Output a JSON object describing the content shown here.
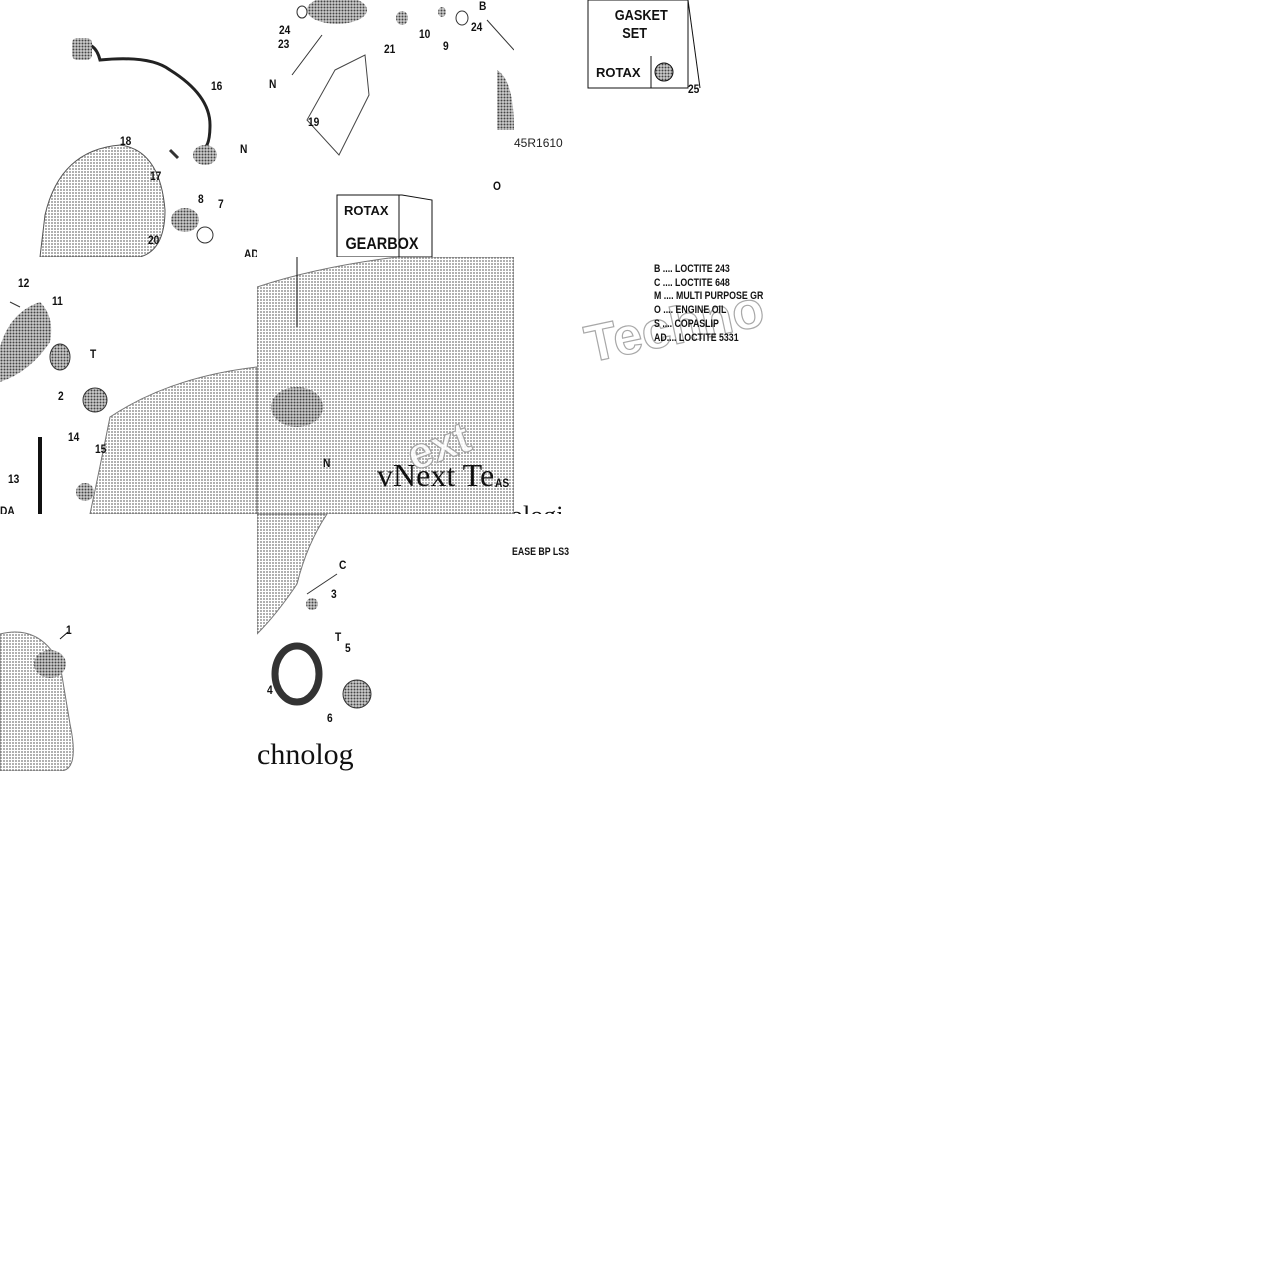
{
  "callouts": {
    "c1": "1",
    "c2": "2",
    "c3": "3",
    "c4": "4",
    "c5": "5",
    "c6": "6",
    "c7": "7",
    "c8": "8",
    "c9": "9",
    "c10": "10",
    "c11": "11",
    "c12": "12",
    "c13": "13",
    "c14": "14",
    "c15": "15",
    "c16": "16",
    "c17": "17",
    "c18": "18",
    "c19": "19",
    "c20": "20",
    "c21": "21",
    "c23": "23",
    "c24a": "24",
    "c24b": "24",
    "c25": "25"
  },
  "markers": {
    "n1": "N",
    "n2": "N",
    "n3": "N",
    "t1": "T",
    "t2": "T",
    "c": "C",
    "b": "B",
    "o": "O",
    "ad": "AD",
    "as": "AS",
    "da": "DA"
  },
  "diagram_code": "45R1610",
  "gearbox_label": "GEARBOX",
  "gasket_label_1": "GASKET",
  "gasket_label_2": "SET",
  "brand": "ROTAX",
  "legend": [
    "B .... LOCTITE 243",
    "C .... LOCTITE 648",
    "M .... MULTI PURPOSE GR",
    "O .... ENGINE OIL",
    "S .... COPASLIP",
    "AD.... LOCTITE 5331"
  ],
  "legend_fragment": "EASE BP LS3",
  "watermark": {
    "line1": "vNext Te",
    "line2": "chnolog",
    "line3": "Techno",
    "line4": "ext",
    "line5": "ologi"
  }
}
